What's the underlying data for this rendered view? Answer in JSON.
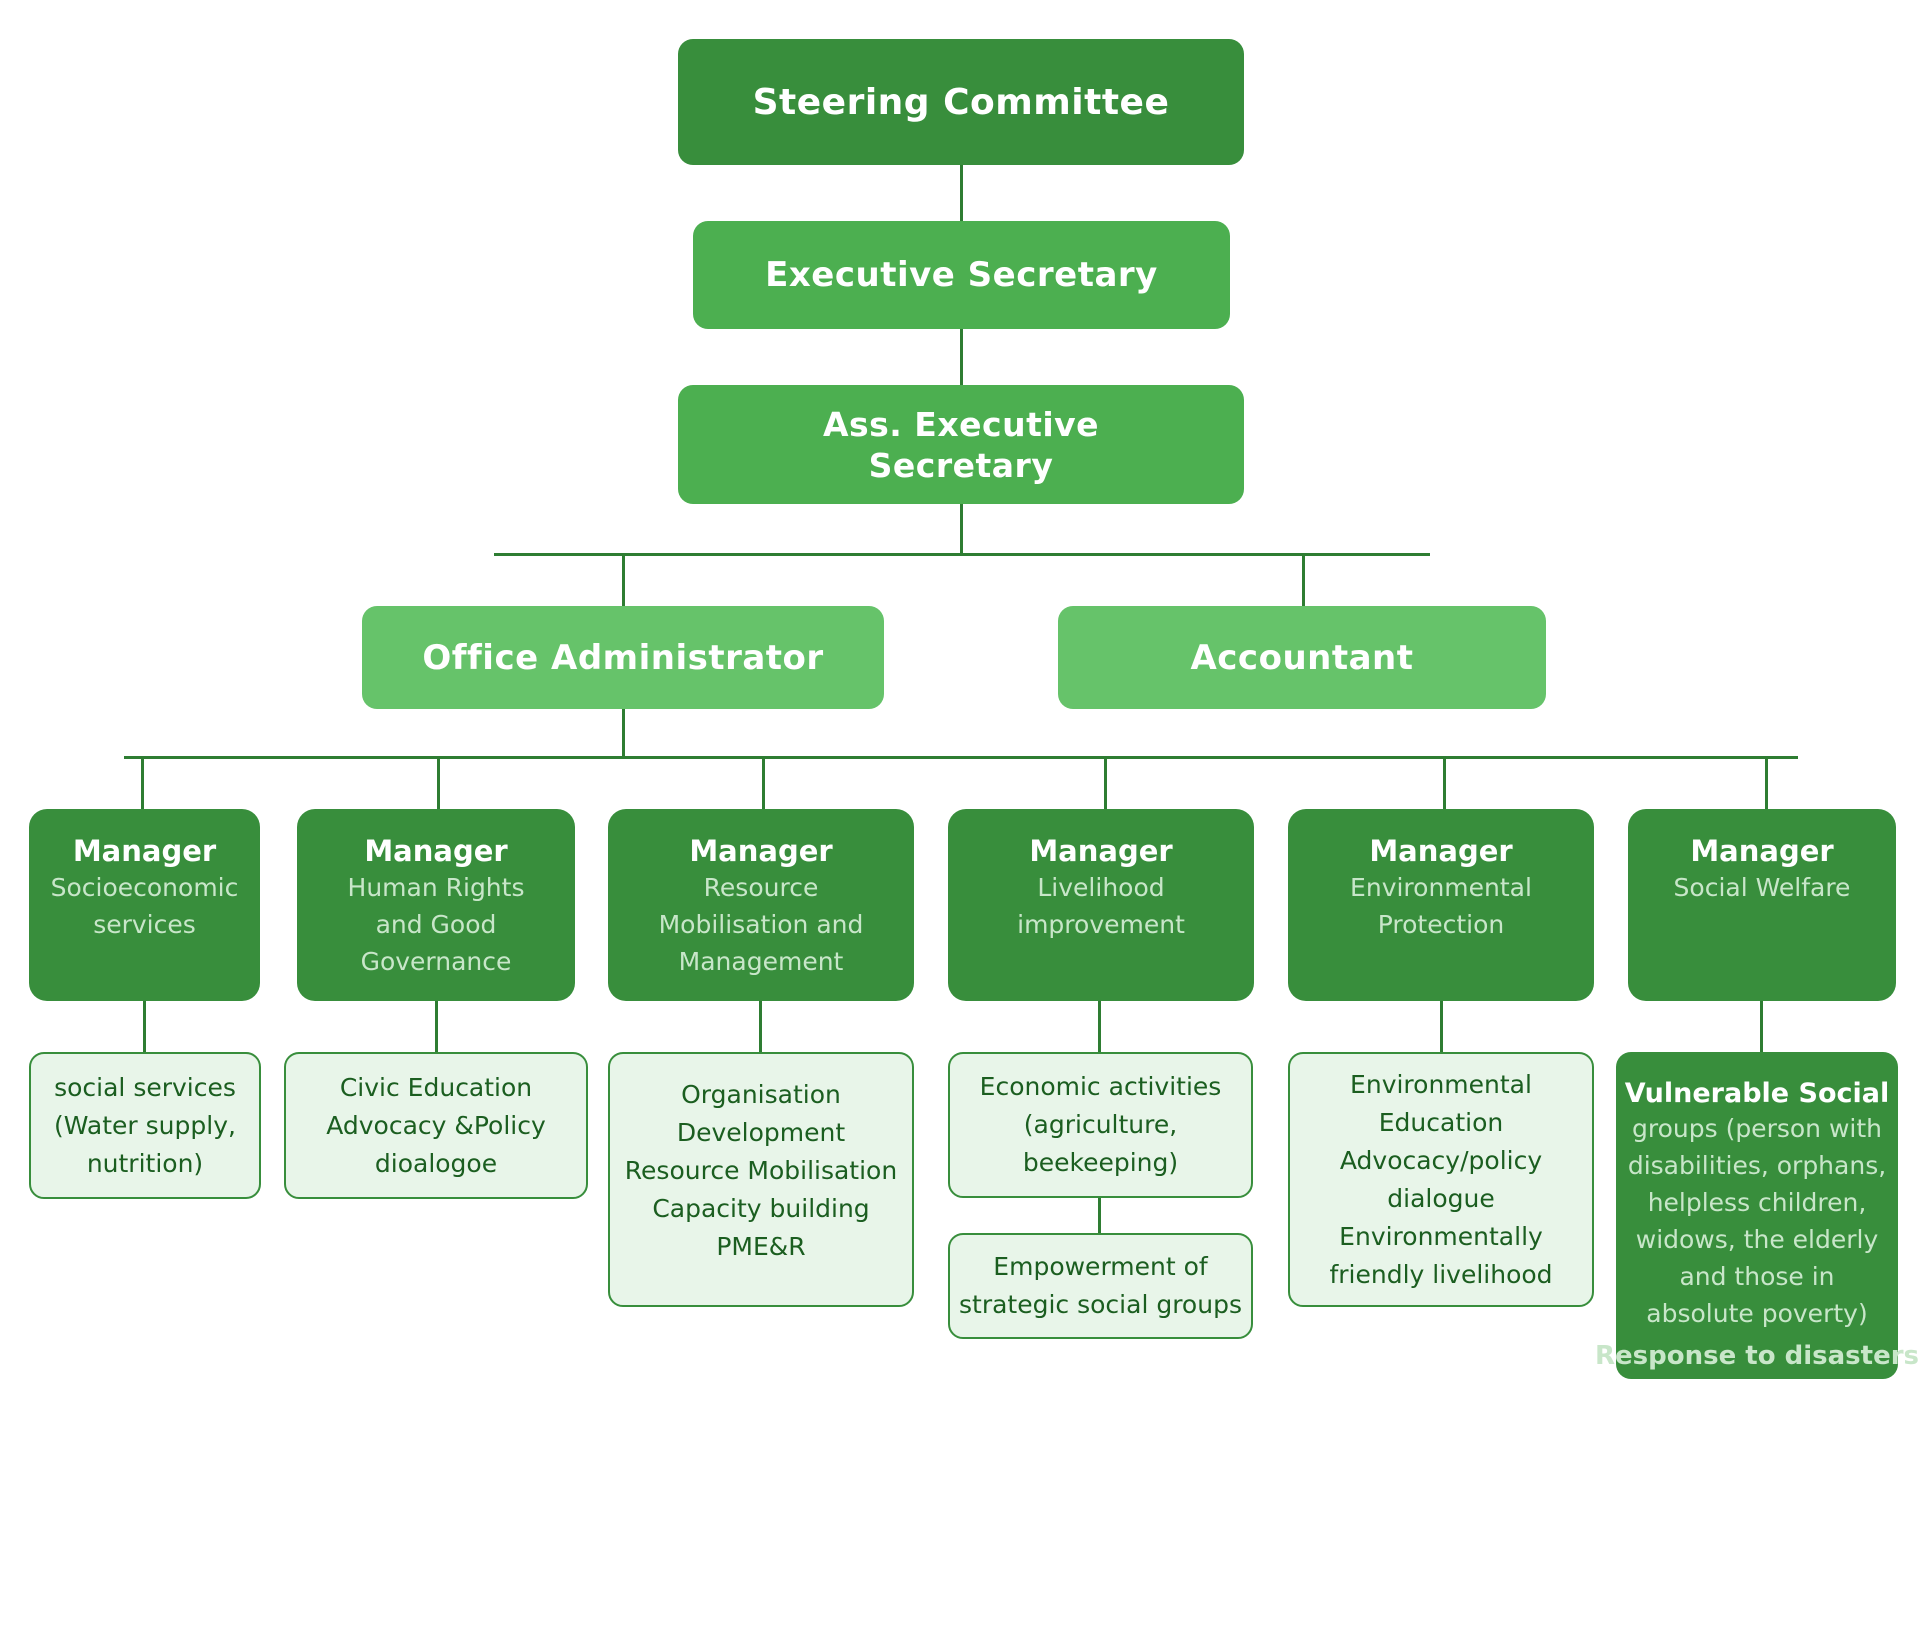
{
  "chart": {
    "colors": {
      "top_level": "#388e3c",
      "second_level": "#4caf50",
      "third_level": "#66c36a",
      "manager": "#388e3c",
      "subunit_bg": "#e8f5e9",
      "subunit_text": "#1b5e20",
      "connector": "#2e7d32",
      "manager_subtitle": "#c8e6c9"
    },
    "steering_committee": "Steering Committee",
    "executive_secretary": "Executive Secretary",
    "assistant_executive_secretary": [
      "Ass. Executive",
      "Secretary"
    ],
    "office_administrator": "Office Administrator",
    "accountant": "Accountant",
    "managers": [
      {
        "title": "Manager",
        "department": [
          "Socioeconomic",
          "services"
        ],
        "units": [
          {
            "lines": [
              "social services",
              "(Water supply,",
              "nutrition)"
            ]
          }
        ]
      },
      {
        "title": "Manager",
        "department": [
          "Human Rights",
          "and Good",
          "Governance"
        ],
        "units": [
          {
            "lines": [
              "Civic Education",
              "Advocacy &Policy",
              "dioalogoe"
            ]
          }
        ]
      },
      {
        "title": "Manager",
        "department": [
          "Resource",
          "Mobilisation and",
          "Management"
        ],
        "units": [
          {
            "lines": [
              "Organisation",
              "Development",
              "Resource Mobilisation",
              "Capacity building",
              "PME&R"
            ]
          }
        ]
      },
      {
        "title": "Manager",
        "department": [
          "Livelihood",
          "improvement"
        ],
        "units": [
          {
            "lines": [
              "Economic activities",
              "(agriculture,",
              "beekeeping)"
            ]
          },
          {
            "lines": [
              "Empowerment of",
              "strategic social groups"
            ]
          }
        ]
      },
      {
        "title": "Manager",
        "department": [
          "Environmental",
          "Protection"
        ],
        "units": [
          {
            "lines": [
              "Environmental",
              "Education",
              "Advocacy/policy",
              "dialogue",
              "Environmentally",
              "friendly livelihood"
            ]
          }
        ]
      },
      {
        "title": "Manager",
        "department": [
          "Social Welfare"
        ],
        "units": [
          {
            "heading": "Vulnerable Social",
            "lines": [
              "groups (person with",
              "disabilities, orphans,",
              "helpless children,",
              "widows, the elderly",
              "and those in",
              "absolute poverty)"
            ],
            "footer": "Response to disasters"
          }
        ]
      }
    ]
  }
}
